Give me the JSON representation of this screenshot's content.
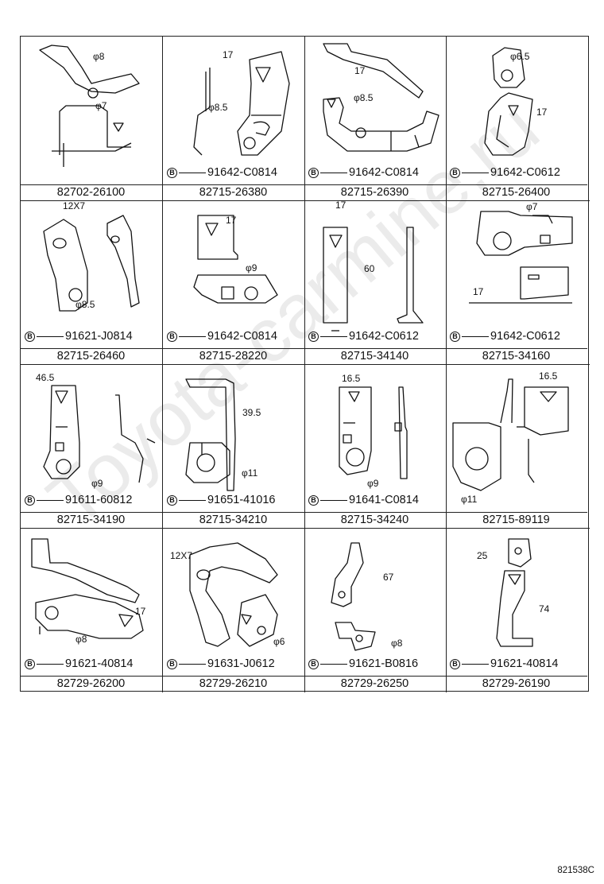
{
  "watermark": "Toyota-carmine.ru",
  "footer": {
    "drawing_code": "821538C"
  },
  "fastener_symbol": "B",
  "cells": [
    {
      "part_number": "82702-26100",
      "fastener": "",
      "dims": [
        "φ8",
        "φ7"
      ]
    },
    {
      "part_number": "82715-26380",
      "fastener": "91642-C0814",
      "dims": [
        "17",
        "φ8.5"
      ]
    },
    {
      "part_number": "82715-26390",
      "fastener": "91642-C0814",
      "dims": [
        "17",
        "φ8.5"
      ]
    },
    {
      "part_number": "82715-26400",
      "fastener": "91642-C0612",
      "dims": [
        "φ6.5",
        "17"
      ]
    },
    {
      "part_number": "82715-26460",
      "fastener": "91621-J0814",
      "dims": [
        "12X7",
        "φ8.5"
      ]
    },
    {
      "part_number": "82715-28220",
      "fastener": "91642-C0814",
      "dims": [
        "17",
        "φ9"
      ]
    },
    {
      "part_number": "82715-34140",
      "fastener": "91642-C0612",
      "dims": [
        "17",
        "60"
      ]
    },
    {
      "part_number": "82715-34160",
      "fastener": "91642-C0612",
      "dims": [
        "φ7",
        "17"
      ]
    },
    {
      "part_number": "82715-34190",
      "fastener": "91611-60812",
      "dims": [
        "46.5",
        "φ9"
      ]
    },
    {
      "part_number": "82715-34210",
      "fastener": "91651-41016",
      "dims": [
        "39.5",
        "φ11"
      ]
    },
    {
      "part_number": "82715-34240",
      "fastener": "91641-C0814",
      "dims": [
        "16.5",
        "φ9"
      ]
    },
    {
      "part_number": "82715-89119",
      "fastener": "",
      "dims": [
        "16.5",
        "φ11"
      ]
    },
    {
      "part_number": "82729-26200",
      "fastener": "91621-40814",
      "dims": [
        "17",
        "φ8"
      ]
    },
    {
      "part_number": "82729-26210",
      "fastener": "91631-J0612",
      "dims": [
        "12X7",
        "φ6"
      ]
    },
    {
      "part_number": "82729-26250",
      "fastener": "91621-B0816",
      "dims": [
        "67",
        "φ8"
      ]
    },
    {
      "part_number": "82729-26190",
      "fastener": "91621-40814",
      "dims": [
        "25",
        "74"
      ]
    }
  ]
}
